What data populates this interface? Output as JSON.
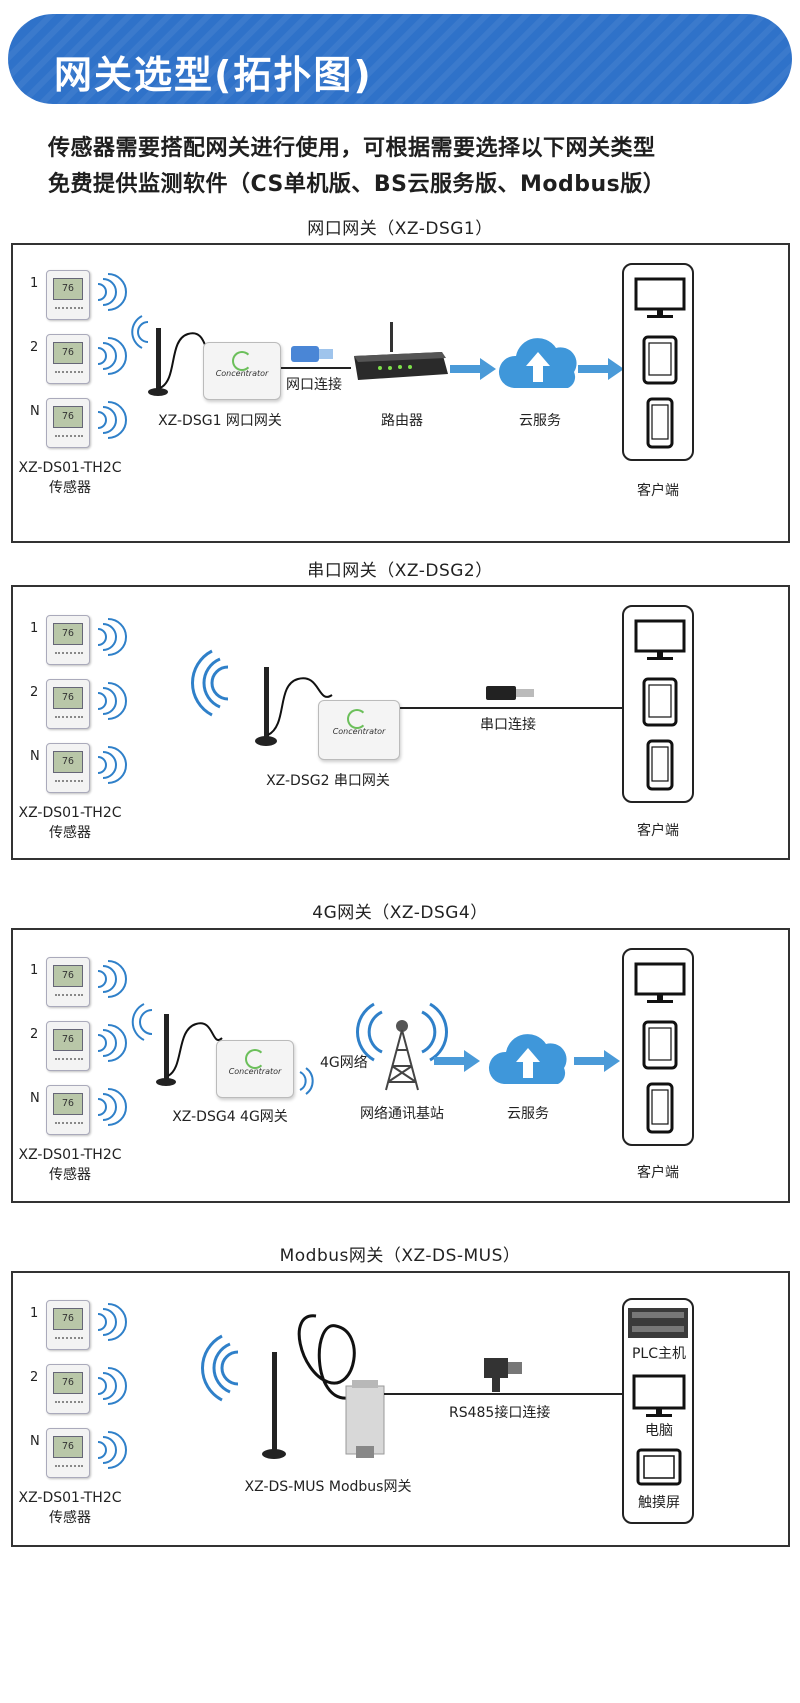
{
  "header": {
    "title": "网关选型(拓扑图)",
    "intro_line1": "传感器需要搭配网关进行使用，可根据需要选择以下网关类型",
    "intro_line2": "免费提供监测软件（CS单机版、BS云服务版、Modbus版）"
  },
  "common": {
    "sensor_numbers": [
      "1",
      "2",
      "N"
    ],
    "sensor_model": "XZ-DS01-TH2C",
    "sensor_name": "传感器",
    "client_label": "客户端",
    "concentrator_text": "Concentrator",
    "sensor_screen_text": "76"
  },
  "sections": {
    "s1": {
      "title": "网口网关（XZ-DSG1）",
      "gateway_label": "XZ-DSG1 网口网关",
      "link_label": "网口连接",
      "router_label": "路由器",
      "cloud_label": "云服务"
    },
    "s2": {
      "title": "串口网关（XZ-DSG2）",
      "gateway_label": "XZ-DSG2 串口网关",
      "link_label": "串口连接"
    },
    "s3": {
      "title": "4G网关（XZ-DSG4）",
      "gateway_label": "XZ-DSG4 4G网关",
      "link_label": "4G网络",
      "tower_label": "网络通讯基站",
      "cloud_label": "云服务"
    },
    "s4": {
      "title": "Modbus网关（XZ-DS-MUS）",
      "gateway_label": "XZ-DS-MUS Modbus网关",
      "link_label": "RS485接口连接",
      "plc_label": "PLC主机",
      "pc_label": "电脑",
      "touch_label": "触摸屏"
    }
  },
  "colors": {
    "banner": "#2f72c9",
    "arrow": "#4a9ad8",
    "cloud": "#3f97da",
    "wave": "#2f80c9"
  }
}
